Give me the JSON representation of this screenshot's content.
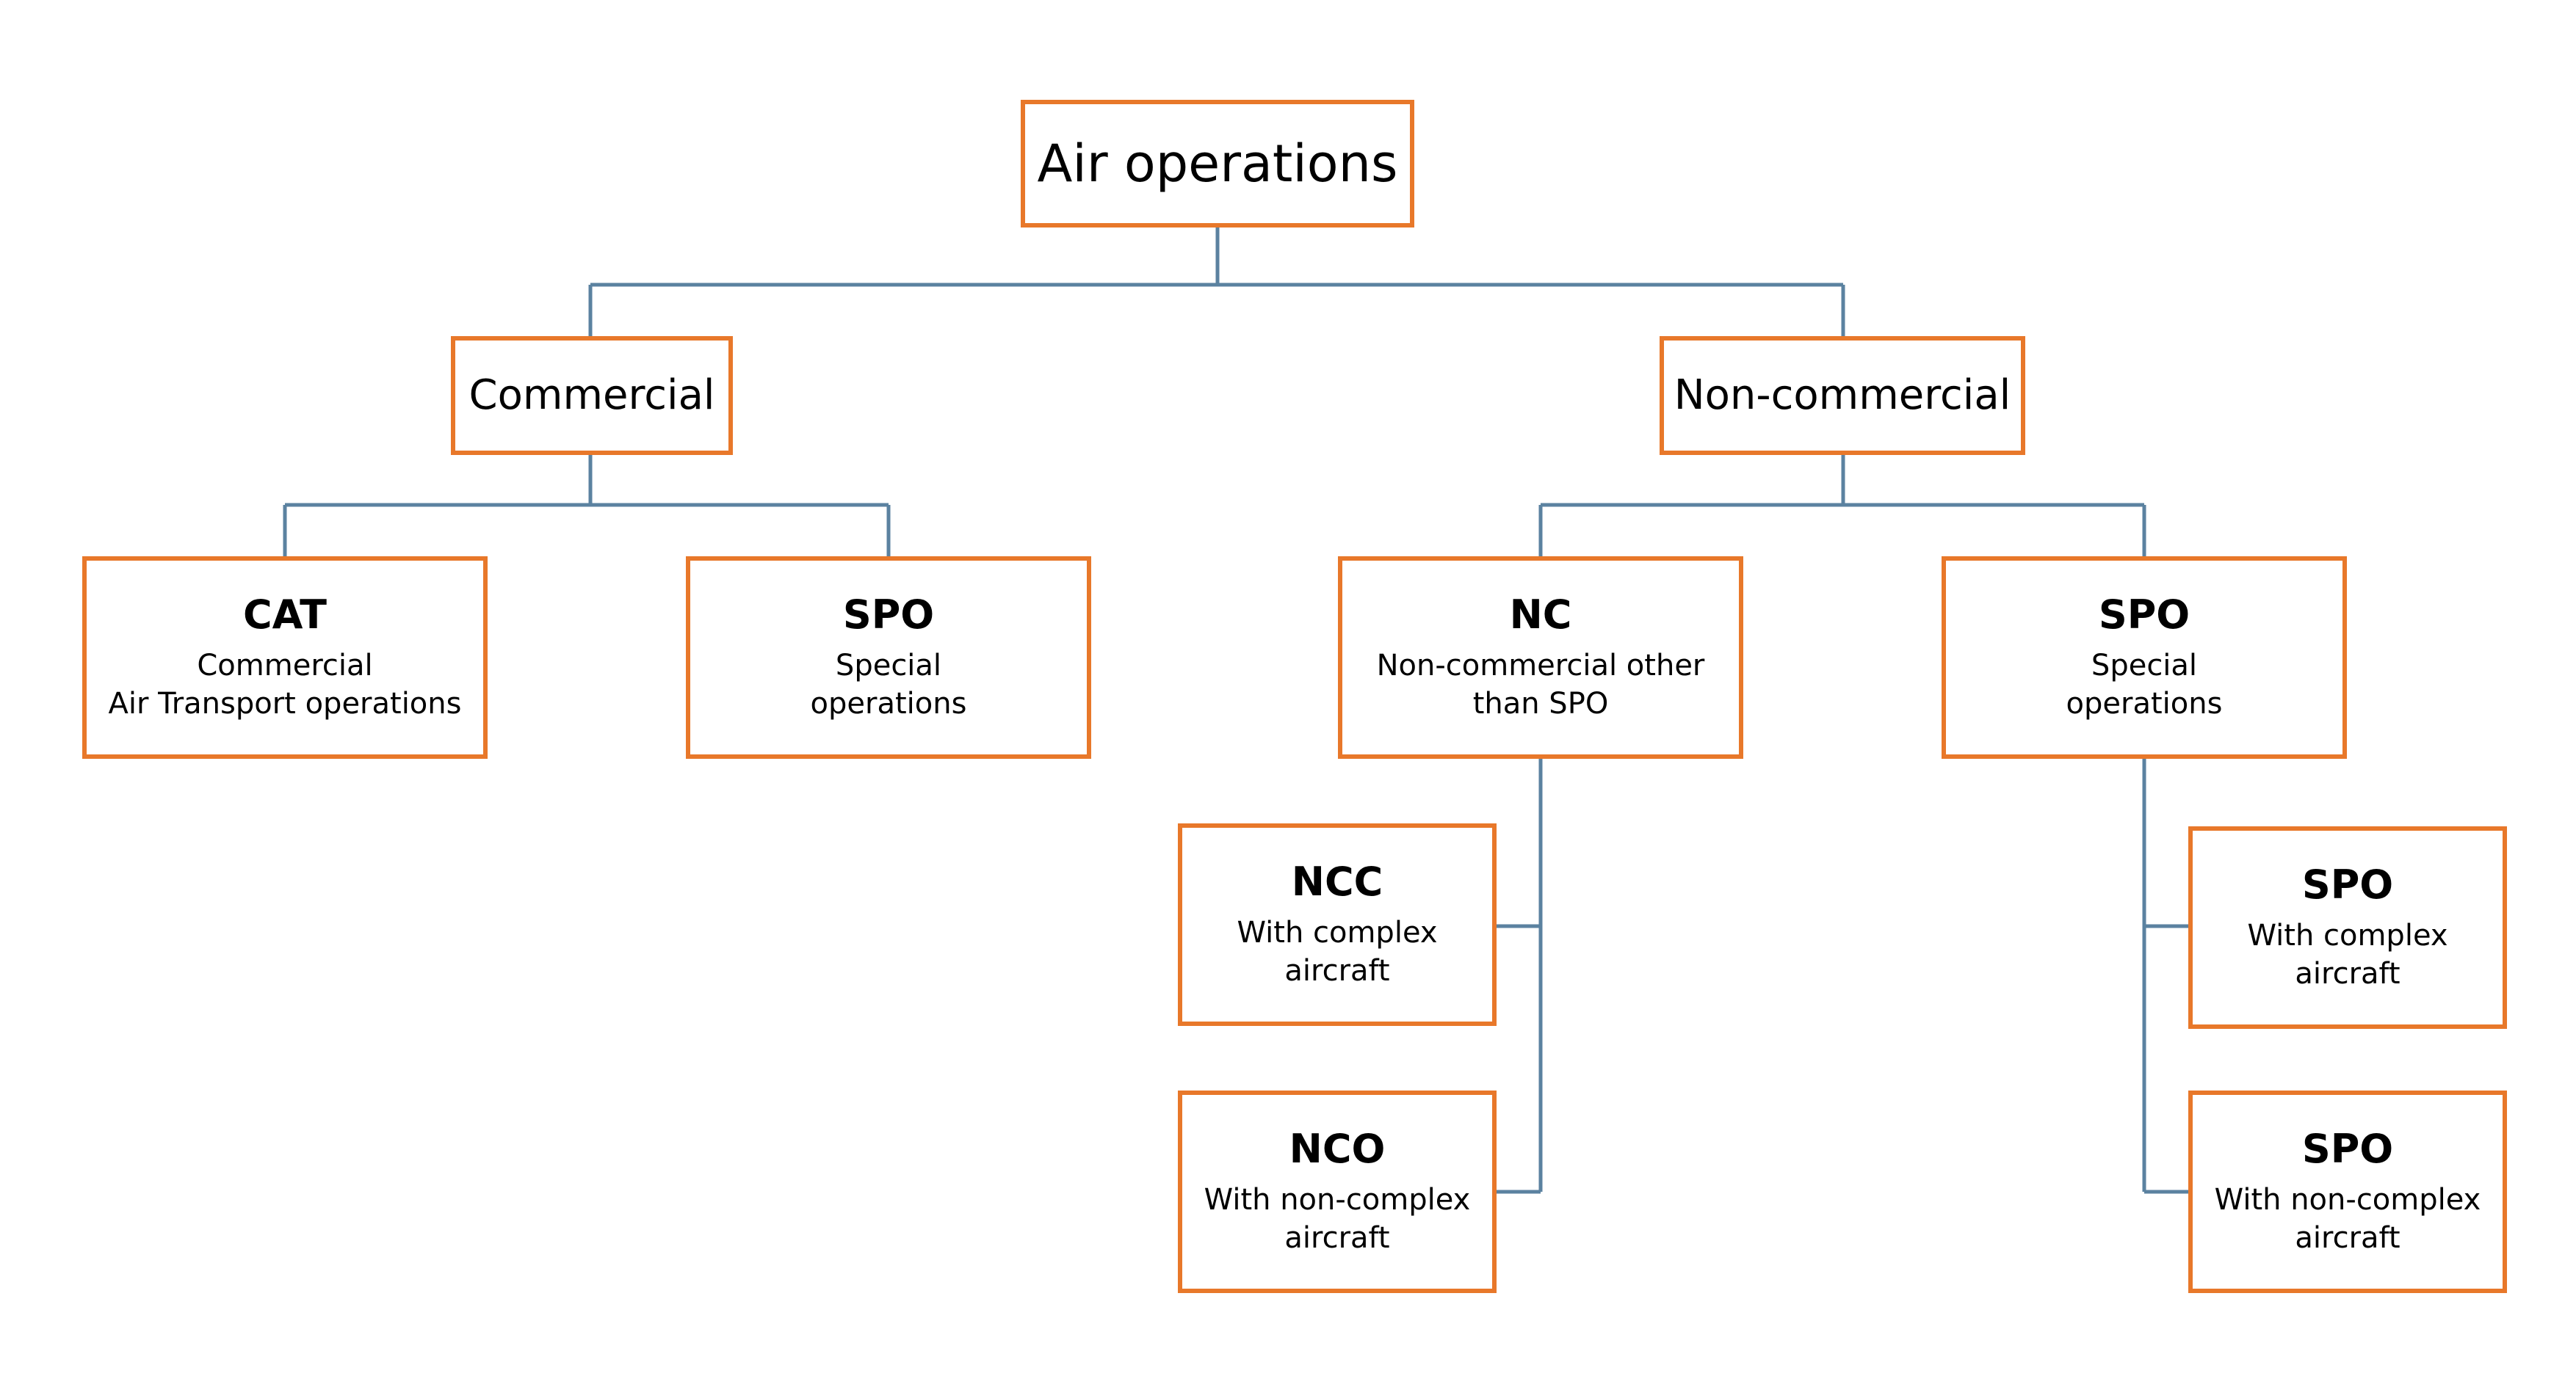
{
  "root": {
    "title": "Air operations"
  },
  "commercial": {
    "title": "Commercial"
  },
  "non_commercial": {
    "title": "Non-commercial"
  },
  "cat": {
    "title": "CAT",
    "line1": "Commercial",
    "line2": "Air Transport operations"
  },
  "spo_commercial": {
    "title": "SPO",
    "line1": "Special",
    "line2": "operations"
  },
  "nc": {
    "title": "NC",
    "line1": "Non-commercial other",
    "line2": "than SPO"
  },
  "spo_noncommercial": {
    "title": "SPO",
    "line1": "Special",
    "line2": "operations"
  },
  "ncc": {
    "title": "NCC",
    "line1": "With complex",
    "line2": "aircraft"
  },
  "nco": {
    "title": "NCO",
    "line1": "With non-complex",
    "line2": "aircraft"
  },
  "spo_complex": {
    "title": "SPO",
    "line1": "With complex",
    "line2": "aircraft"
  },
  "spo_noncomplex": {
    "title": "SPO",
    "line1": "With non-complex",
    "line2": "aircraft"
  },
  "colors": {
    "box_border": "#e8782a",
    "connector": "#5b82a0",
    "text": "#000000"
  }
}
